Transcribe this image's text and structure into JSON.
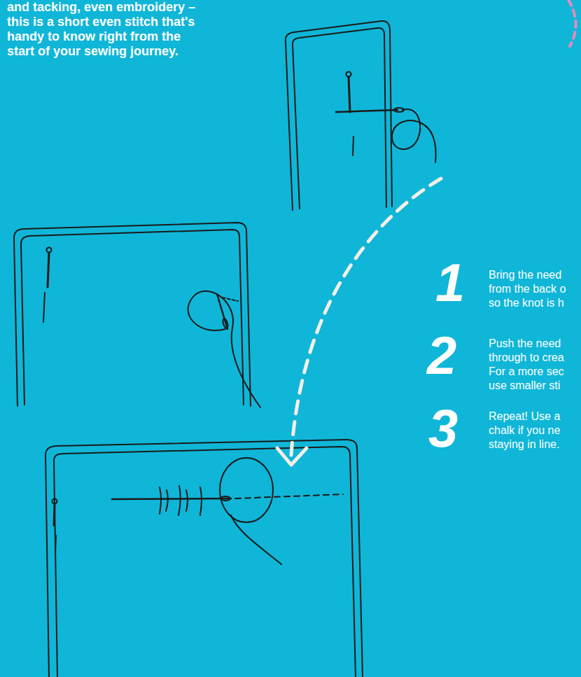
{
  "diagram": {
    "labels": [
      "and tacking, even embroidery – this is a short even stitch that's handy to know right from the start of your sewing journey.",
      "1",
      "Bring the need from the back o so the knot is h",
      "2",
      "Push the need through to crea For a more sec use smaller sti",
      "3",
      "Repeat! Use a chalk if you ne staying in line."
    ]
  }
}
